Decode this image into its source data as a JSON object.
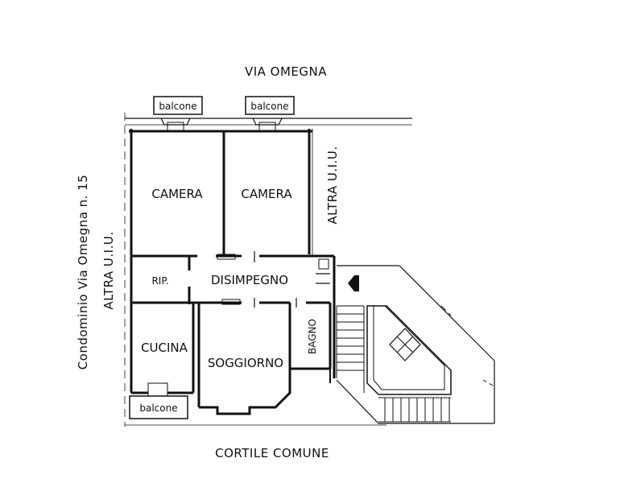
{
  "streets": {
    "north": "VIA OMEGNA",
    "south": "CORTILE COMUNE"
  },
  "side_labels": {
    "left_outer": "Condominio Via Omegna n. 15",
    "left_inner": "ALTRA U.I.U.",
    "right": "ALTRA U.I.U."
  },
  "rooms": {
    "camera_1": "CAMERA",
    "camera_2": "CAMERA",
    "ripostiglio": "RIP.",
    "disimpegno": "DISIMPEGNO",
    "cucina": "CUCINA",
    "soggiorno": "SOGGIORNO",
    "bagno": "BAGNO"
  },
  "balconies": {
    "top_left": "balcone",
    "top_right": "balcone",
    "bottom_left": "balcone"
  },
  "colors": {
    "ink": "#111111",
    "background": "#ffffff"
  }
}
